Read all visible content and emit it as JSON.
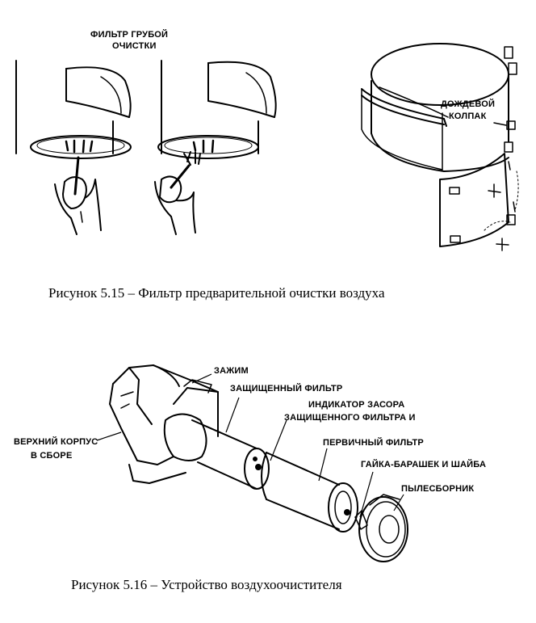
{
  "figure_1": {
    "labels": {
      "coarse_filter_line1": "ФИЛЬТР ГРУБОЙ",
      "coarse_filter_line2": "ОЧИСТКИ",
      "rain_cap_line1": "ДОЖДЕВОЙ",
      "rain_cap_line2": "КОЛПАК"
    },
    "caption": "Рисунок 5.15 – Фильтр предварительной очистки воздуха"
  },
  "figure_2": {
    "labels": {
      "clamp": "ЗАЖИМ",
      "safety_filter": "ЗАЩИЩЕННЫЙ ФИЛЬТР",
      "indicator_line1": "ИНДИКАТОР ЗАСОРА",
      "indicator_line2": "ЗАЩИЩЕННОГО ФИЛЬТРА И",
      "upper_housing_line1": "ВЕРХНИЙ КОРПУС",
      "upper_housing_line2": "В СБОРЕ",
      "primary_filter": "ПЕРВИЧНЫЙ ФИЛЬТР",
      "wing_nut": "ГАЙКА-БАРАШЕК И ШАЙБА",
      "dust_collector": "ПЫЛЕСБОРНИК"
    },
    "caption": "Рисунок 5.16 – Устройство воздухоочистителя"
  }
}
